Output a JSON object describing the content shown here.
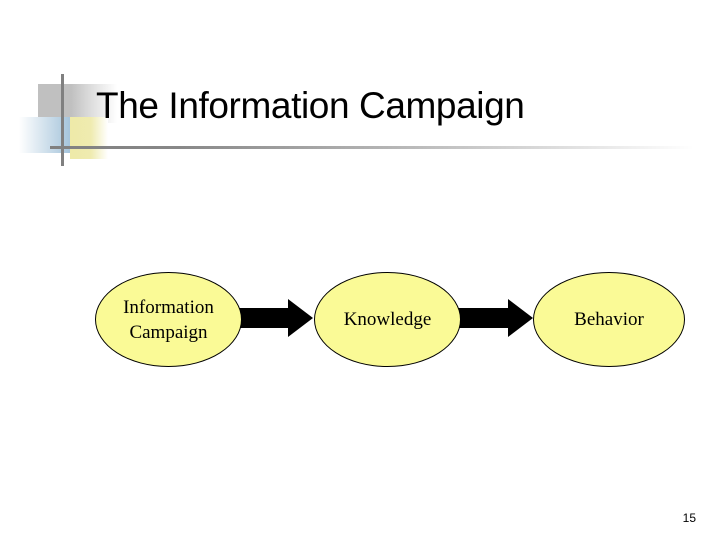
{
  "slide": {
    "title": "The Information Campaign",
    "page_number": "15",
    "background_color": "#ffffff"
  },
  "decoration": {
    "gray_square_color": "#c0c0c0",
    "blue_rect_color": "#8fb6d4",
    "yellow_square_color": "#eeeaa8",
    "rule_color": "#808080"
  },
  "diagram": {
    "type": "flow",
    "node_fill_color": "#fafa96",
    "node_stroke_color": "#000000",
    "arrow_color": "#000000",
    "nodes": [
      {
        "id": "information-campaign",
        "label": "Information\nCampaign"
      },
      {
        "id": "knowledge",
        "label": "Knowledge"
      },
      {
        "id": "behavior",
        "label": "Behavior"
      }
    ],
    "connectors": [
      {
        "id": "arrow-1",
        "from": "information-campaign",
        "to": "knowledge"
      },
      {
        "id": "arrow-2",
        "from": "knowledge",
        "to": "behavior"
      }
    ]
  }
}
